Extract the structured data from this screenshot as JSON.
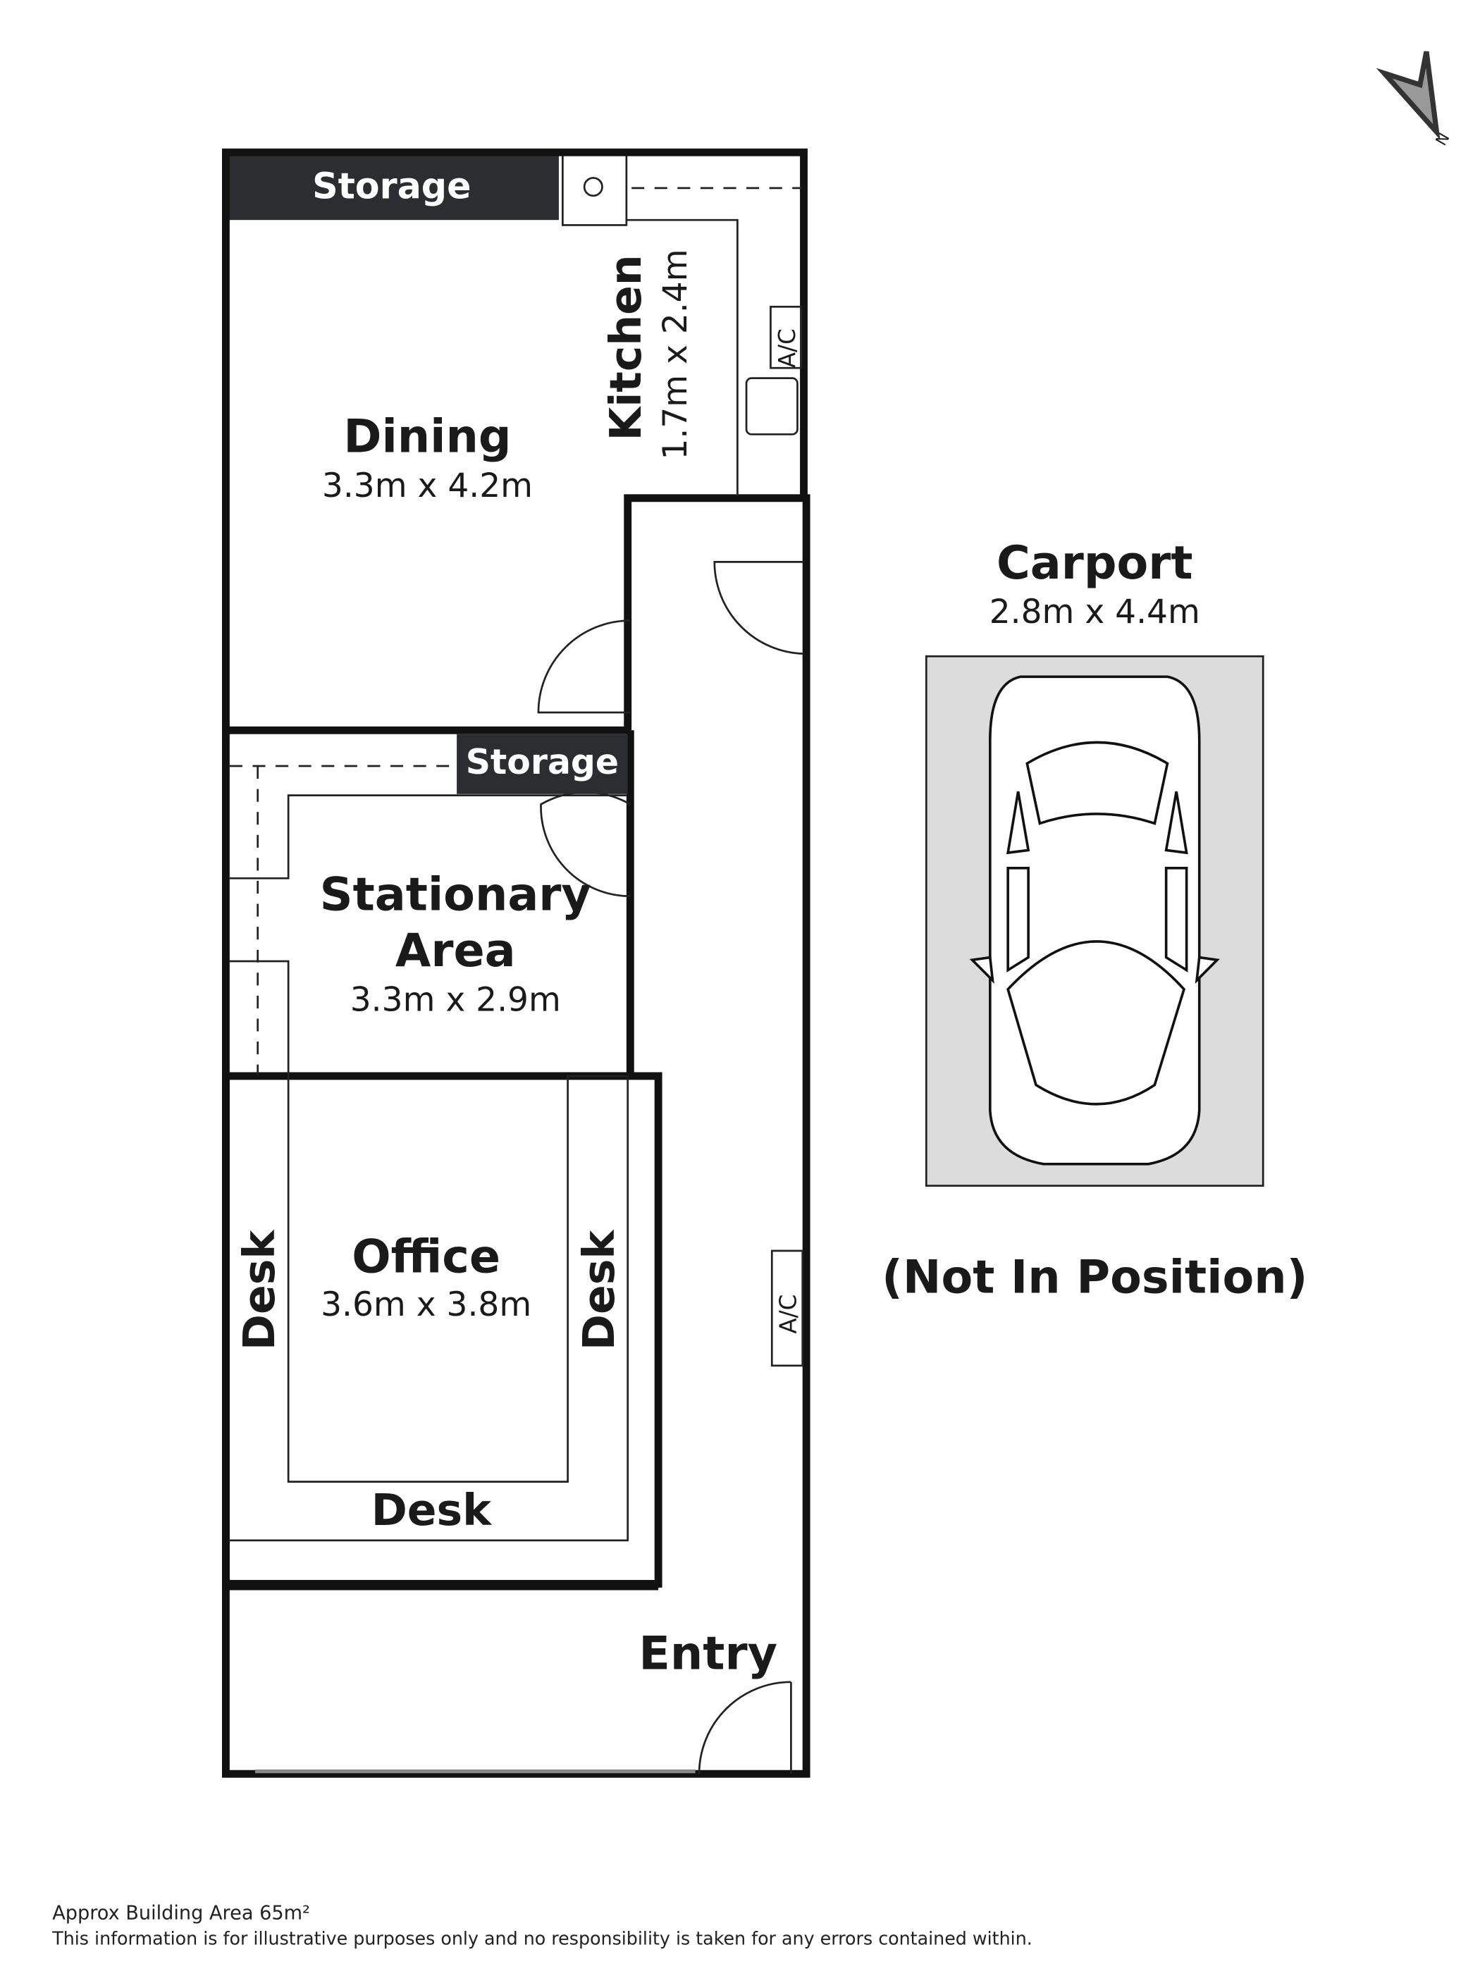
{
  "rooms": {
    "storage_top": {
      "label": "Storage"
    },
    "kitchen": {
      "label": "Kitchen",
      "dims": "1.7m x 2.4m"
    },
    "dining": {
      "label": "Dining",
      "dims": "3.3m x 4.2m"
    },
    "storage_mid": {
      "label": "Storage"
    },
    "stationary": {
      "label_line1": "Stationary",
      "label_line2": "Area",
      "dims": "3.3m x 2.9m"
    },
    "office": {
      "label": "Office",
      "dims": "3.6m x 3.8m"
    },
    "entry": {
      "label": "Entry"
    },
    "carport": {
      "label": "Carport",
      "dims": "2.8m x 4.4m",
      "note": "(Not In Position)"
    }
  },
  "fixtures": {
    "ac_label": "A/C",
    "desk_left": "Desk",
    "desk_right": "Desk",
    "desk_bottom": "Desk"
  },
  "compass": {
    "label": "N"
  },
  "footer": {
    "area": "Approx Building Area 65m²",
    "disclaimer": "This information is for illustrative purposes only and no responsibility is taken for any errors contained within."
  },
  "colors": {
    "wall": "#111111",
    "storage_fill": "#2b2d31",
    "carport_fill": "#dcdcdc"
  }
}
